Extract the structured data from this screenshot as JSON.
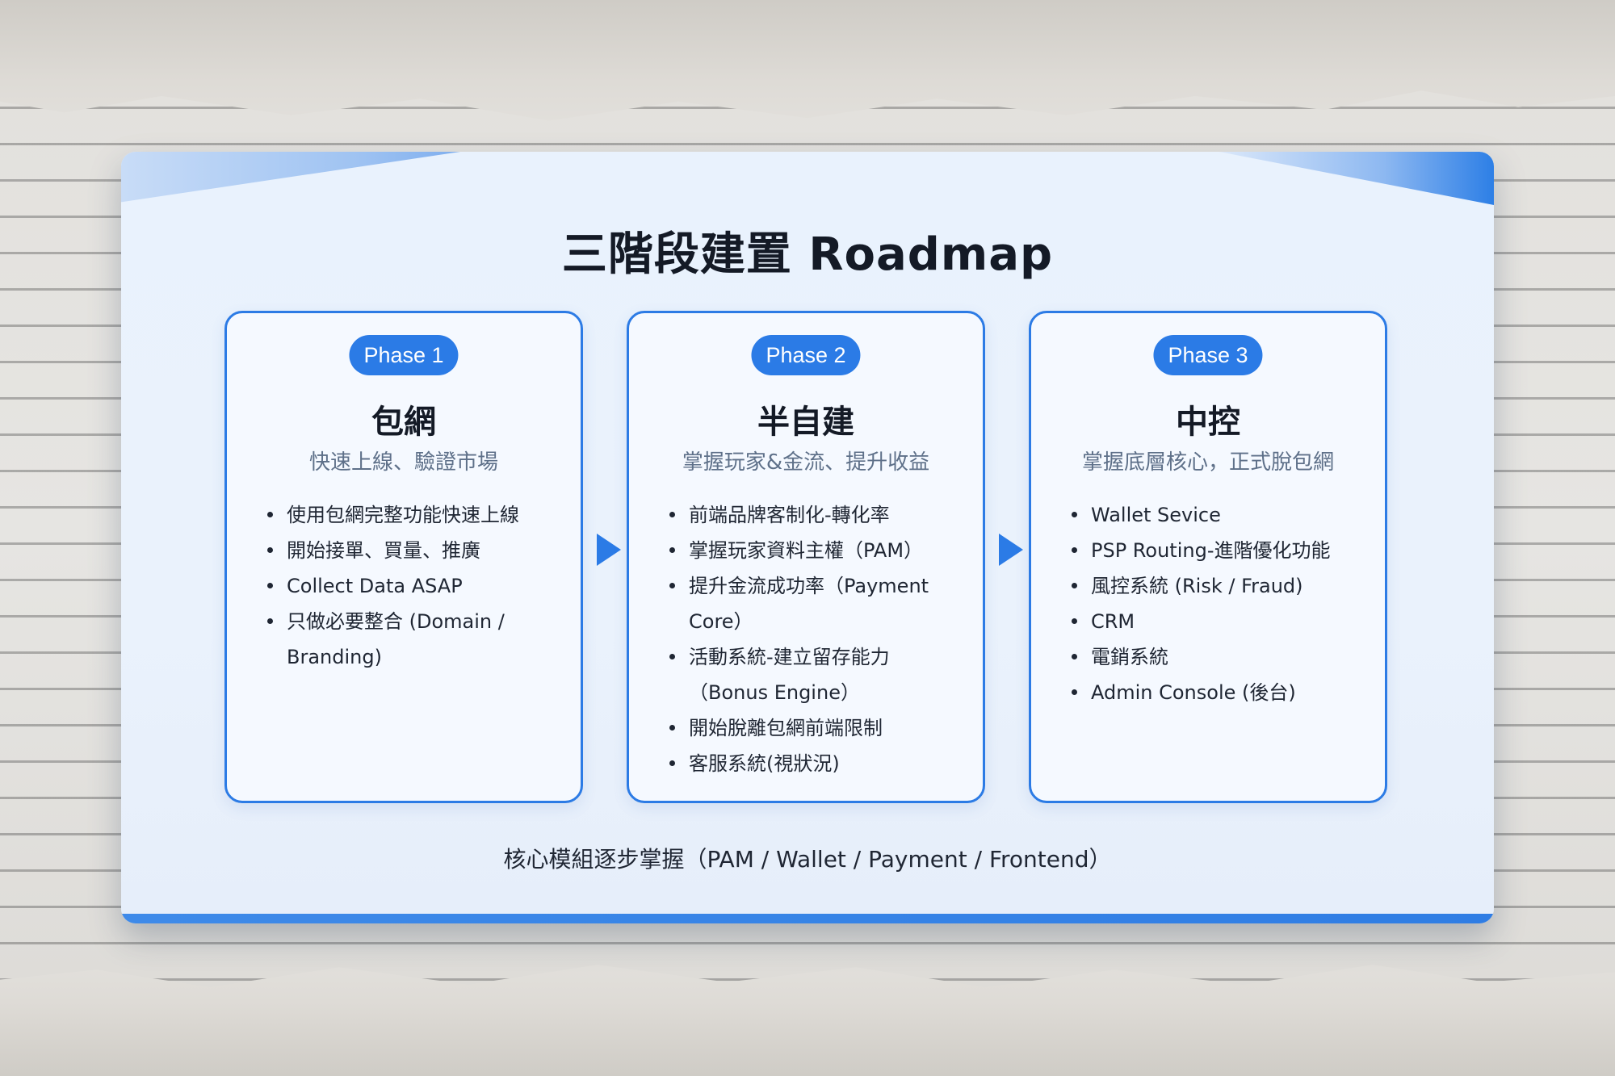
{
  "slide": {
    "title": "三階段建置 Roadmap",
    "footer": "核心模組逐步掌握（PAM / Wallet / Payment / Frontend）"
  },
  "phases": [
    {
      "badge": "Phase 1",
      "heading": "包網",
      "subtitle": "快速上線、驗證市場",
      "items": [
        "使用包網完整功能快速上線",
        "開始接單、買量、推廣",
        "Collect Data ASAP",
        "只做必要整合 (Domain / Branding)"
      ]
    },
    {
      "badge": "Phase 2",
      "heading": "半自建",
      "subtitle": "掌握玩家&金流、提升收益",
      "items": [
        "前端品牌客制化-轉化率",
        "掌握玩家資料主權（PAM）",
        "提升金流成功率（Payment Core）",
        "活動系統-建立留存能力（Bonus Engine）",
        "開始脫離包網前端限制",
        "客服系統(視狀況)"
      ]
    },
    {
      "badge": "Phase 3",
      "heading": "中控",
      "subtitle": "掌握底層核心，正式脫包網",
      "items": [
        "Wallet Sevice",
        "PSP Routing-進階優化功能",
        "風控系統 (Risk / Fraud)",
        "CRM",
        "電銷系統",
        "Admin Console (後台)"
      ]
    }
  ],
  "colors": {
    "accent": "#2b7be6",
    "card_border": "#2c7be5",
    "slide_bg": "#e9f2fd",
    "subtitle": "#5e7089",
    "text": "#1f2633"
  },
  "icons": {
    "flow_arrow": "right-triangle-arrow"
  }
}
